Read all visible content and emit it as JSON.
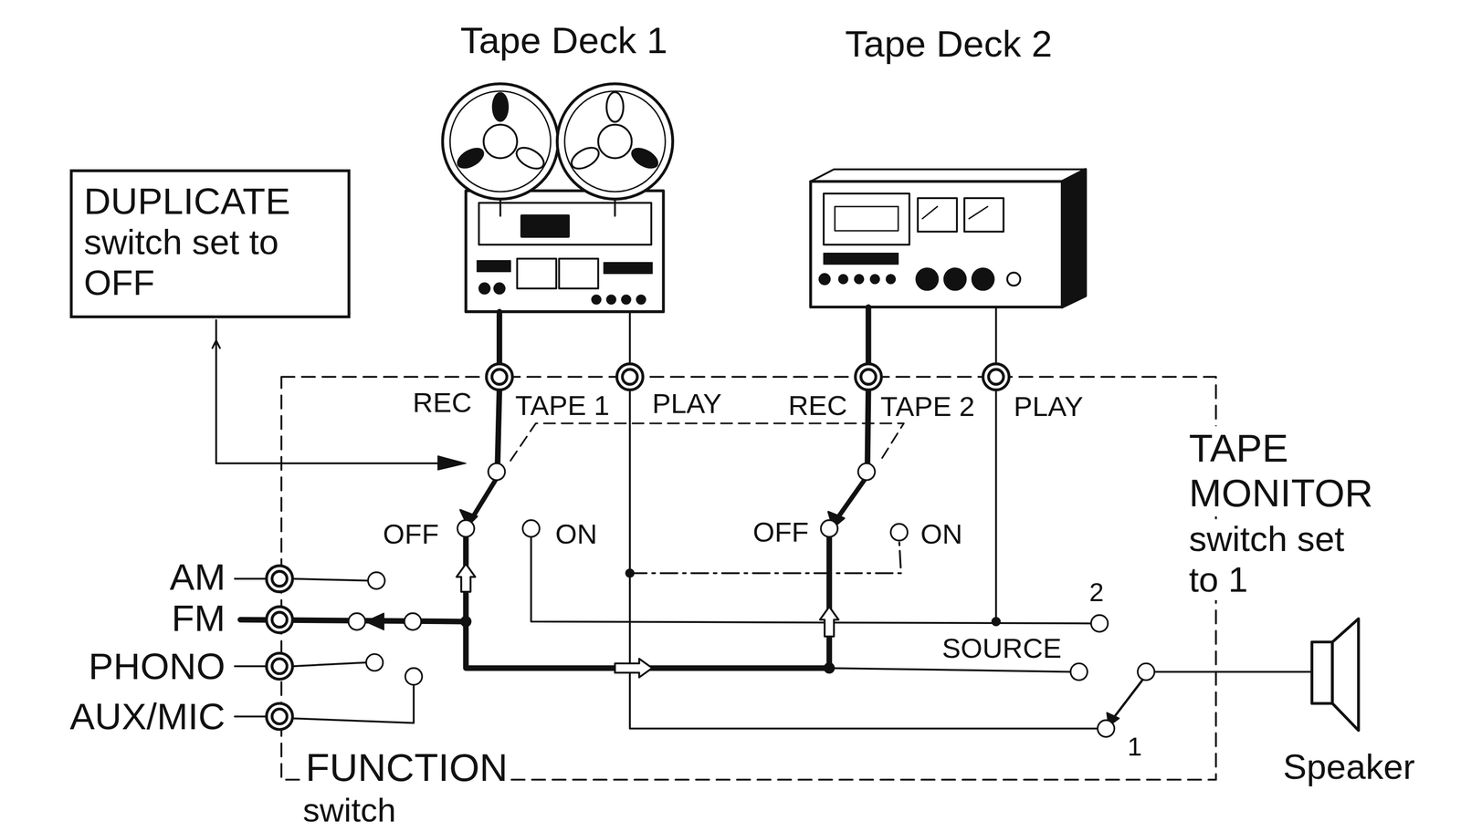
{
  "diagram": {
    "nodes": [
      {
        "text": [
          "DUPLICATE",
          "switch set to OFF"
        ]
      },
      {
        "text": [
          "Tape Deck 1"
        ]
      },
      {
        "text": [
          "Tape Deck 2"
        ]
      },
      {
        "text": [
          "Speaker"
        ]
      }
    ],
    "labels": [
      "REC",
      "TAPE 1",
      "PLAY",
      "REC",
      "TAPE 2",
      "PLAY",
      "OFF",
      "ON",
      "OFF",
      "ON",
      "AM",
      "FM",
      "PHONO",
      "AUX/MIC",
      "2",
      "SOURCE",
      "1",
      "TAPE MONITOR",
      "switch set to 1",
      "FUNCTION",
      "switch"
    ]
  }
}
